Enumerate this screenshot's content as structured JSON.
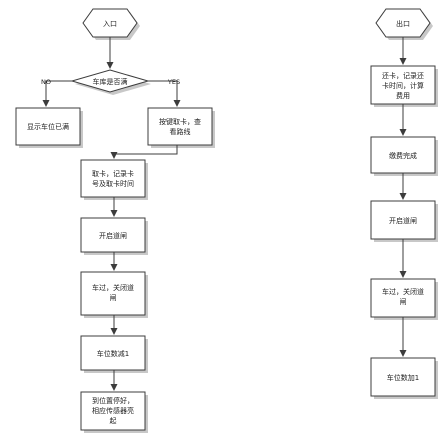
{
  "left_flow": {
    "start": "入口",
    "decision": "车库是否满",
    "no_label": "NO",
    "yes_label": "YES",
    "full": "显示车位已满",
    "press_button": [
      "按键取卡，查",
      "看路线"
    ],
    "take_card": [
      "取卡，记录卡",
      "号及取卡时间"
    ],
    "open_gate": "开启道闸",
    "car_passes": [
      "车过，关闭道",
      "闸"
    ],
    "decrement": "车位数减1",
    "parked": [
      "到位置停好，",
      "相应传感器亮",
      "起"
    ]
  },
  "right_flow": {
    "start": "出口",
    "return_card": [
      "还卡，记录还",
      "卡时间，计算",
      "费用"
    ],
    "paid": "缴费完成",
    "open_gate": "开启道闸",
    "car_passes": [
      "车过，关闭道",
      "闸"
    ],
    "increment": "车位数加1"
  }
}
